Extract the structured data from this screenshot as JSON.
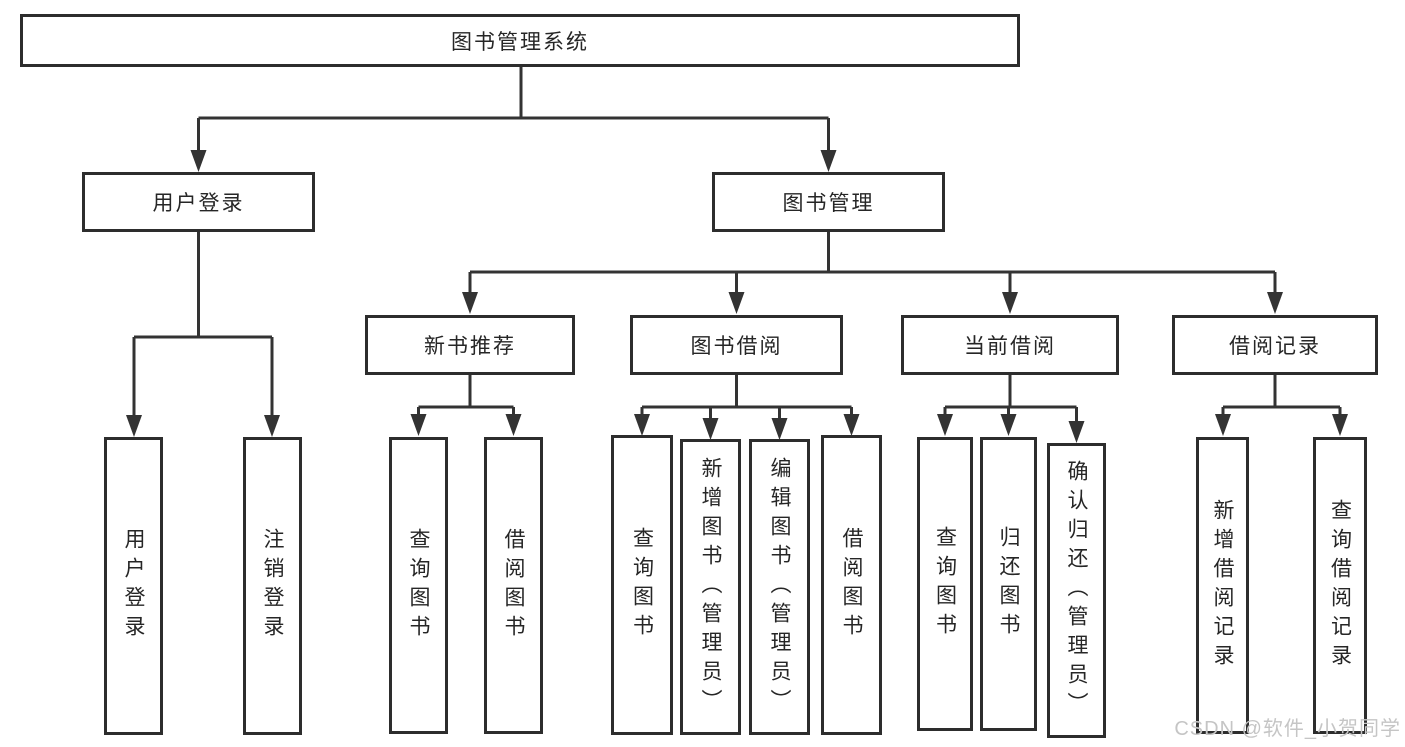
{
  "diagram": {
    "type": "org-tree",
    "title": "图书管理系统",
    "tree": {
      "label": "图书管理系统",
      "children": [
        {
          "label": "用户登录",
          "children": [
            {
              "label": "用户登录"
            },
            {
              "label": "注销登录"
            }
          ]
        },
        {
          "label": "图书管理",
          "children": [
            {
              "label": "新书推荐",
              "children": [
                {
                  "label": "查询图书"
                },
                {
                  "label": "借阅图书"
                }
              ]
            },
            {
              "label": "图书借阅",
              "children": [
                {
                  "label": "查询图书"
                },
                {
                  "label": "新增图书（管理员）"
                },
                {
                  "label": "编辑图书（管理员）"
                },
                {
                  "label": "借阅图书"
                }
              ]
            },
            {
              "label": "当前借阅",
              "children": [
                {
                  "label": "查询图书"
                },
                {
                  "label": "归还图书"
                },
                {
                  "label": "确认归还（管理员）"
                }
              ]
            },
            {
              "label": "借阅记录",
              "children": [
                {
                  "label": "新增借阅记录"
                },
                {
                  "label": "查询借阅记录"
                }
              ]
            }
          ]
        }
      ]
    }
  },
  "watermark": {
    "text": "CSDN @软件_小贺同学"
  },
  "colors": {
    "line": "#333333",
    "box_border": "#2d2d2d",
    "text": "#262626",
    "background": "#ffffff",
    "watermark": "#c5c5c5"
  }
}
